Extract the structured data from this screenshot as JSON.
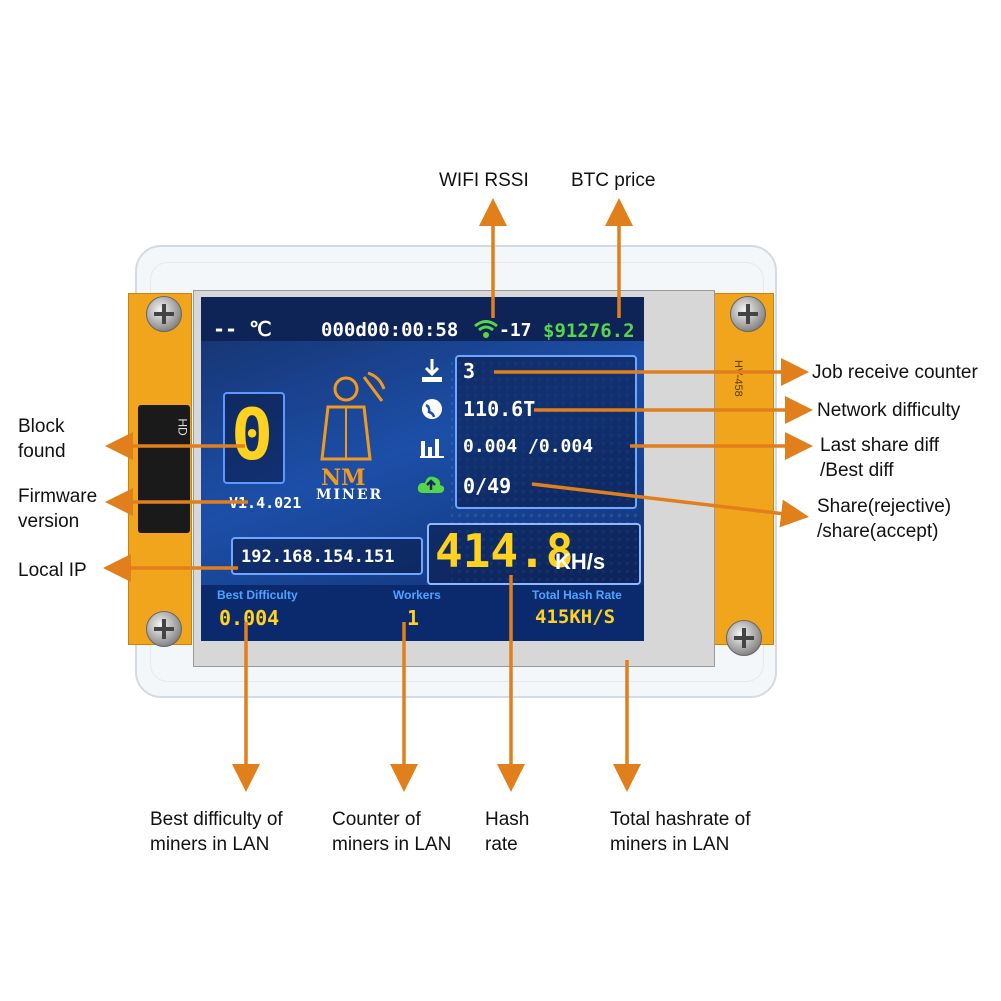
{
  "device": {
    "temperature": "-- ℃",
    "uptime": "000d00:00:58",
    "wifi_rssi": "-17",
    "btc_price": "$91276.2",
    "block_found": "0",
    "firmware_version": "V1.4.021",
    "logo_line1": "NM",
    "logo_line2": "MINER",
    "job_counter": "3",
    "network_difficulty": "110.6T",
    "share_diff": "0.004 /0.004",
    "shares": "0/49",
    "hash_rate": "414.8",
    "hash_unit": "KH/s",
    "local_ip": "192.168.154.151",
    "best_difficulty_label": "Best Difficulty",
    "best_difficulty_value": "0.004",
    "workers_label": "Workers",
    "workers_value": "1",
    "total_hash_label": "Total Hash Rate",
    "total_hash_value": "415KH/S",
    "board_text": "HV-458",
    "hd_text": "HD"
  },
  "labels": {
    "wifi_rssi": "WIFI RSSI",
    "btc_price": "BTC price",
    "job_counter": "Job receive counter",
    "network_difficulty": "Network difficulty",
    "share_diff": "Last share diff\n/Best diff",
    "shares": "Share(rejective)\n/share(accept)",
    "block_found": "Block\nfound",
    "firmware": "Firmware\nversion",
    "local_ip": "Local IP",
    "best_difficulty": "Best difficulty of\nminers in LAN",
    "workers": "Counter of\nminers in LAN",
    "hash_rate": "Hash\nrate",
    "total_hash": "Total hashrate of\nminers in LAN"
  },
  "colors": {
    "arrow": "#e07f1c",
    "screen_digits": "#ffd21f",
    "price_green": "#57d64a",
    "wifi_green": "#57d64a",
    "pcb": "#f0a51c"
  }
}
